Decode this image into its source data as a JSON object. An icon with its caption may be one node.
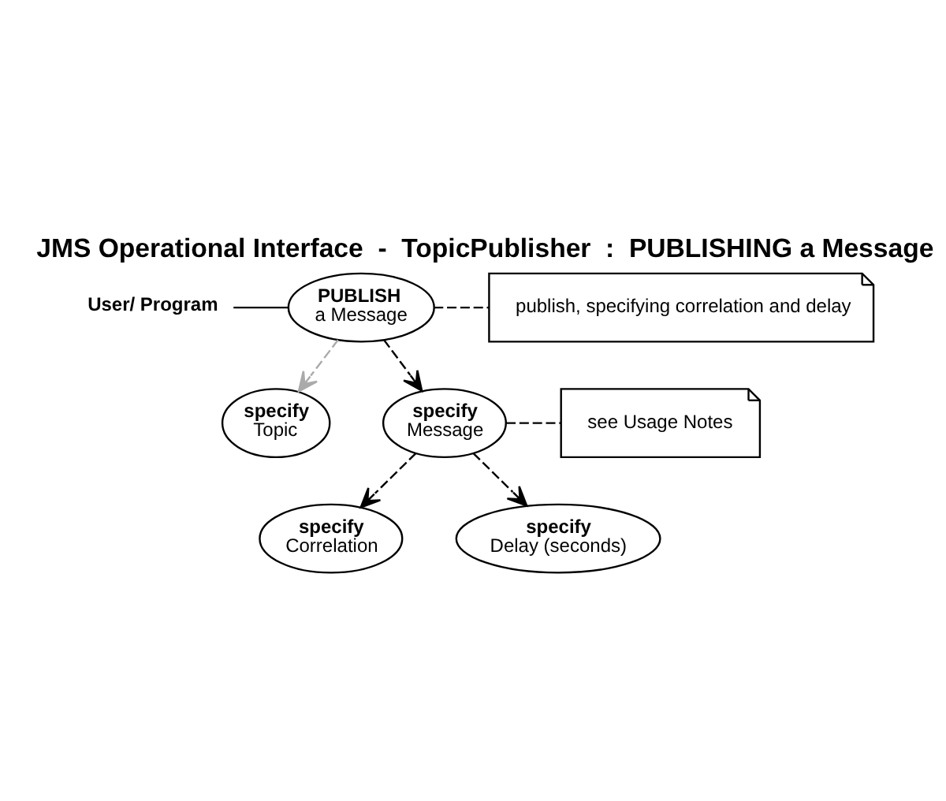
{
  "diagram": {
    "title": "JMS Operational Interface  -  TopicPublisher  :  PUBLISHING a Message",
    "nodes": [
      {
        "text": [
          "User/ Program"
        ]
      },
      {
        "text": [
          "PUBLISH",
          "a Message"
        ]
      },
      {
        "text": [
          "publish, specifying correlation and delay"
        ]
      },
      {
        "text": [
          "specify",
          "Topic"
        ]
      },
      {
        "text": [
          "specify",
          "Message"
        ]
      },
      {
        "text": [
          "see Usage Notes"
        ]
      },
      {
        "text": [
          "specify",
          "Correlation"
        ]
      },
      {
        "text": [
          "specify",
          "Delay (seconds)"
        ]
      }
    ],
    "edges": [
      {
        "from": 0,
        "to": 1,
        "arrow": "none"
      },
      {
        "from": 1,
        "to": 2,
        "arrow": "none",
        "style": "dashed"
      },
      {
        "from": 1,
        "to": 3,
        "arrow": "to",
        "style": "dashed",
        "color": "#aaaaaa"
      },
      {
        "from": 1,
        "to": 4,
        "arrow": "to",
        "style": "dashed"
      },
      {
        "from": 4,
        "to": 5,
        "arrow": "none",
        "style": "dashed"
      },
      {
        "from": 4,
        "to": 6,
        "arrow": "to",
        "style": "dashed"
      },
      {
        "from": 4,
        "to": 7,
        "arrow": "to",
        "style": "dashed"
      }
    ]
  }
}
